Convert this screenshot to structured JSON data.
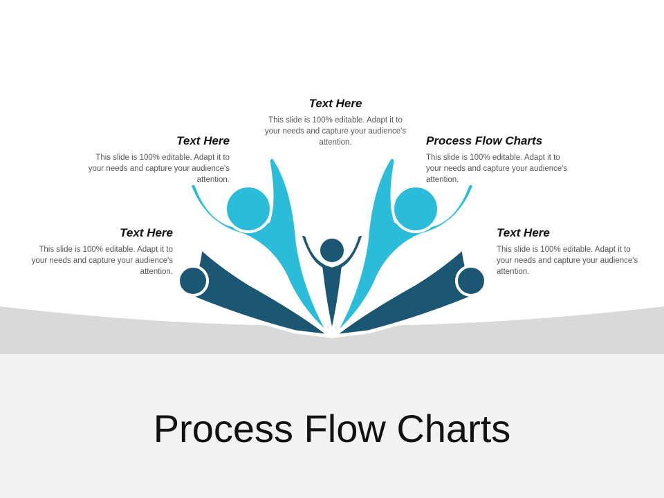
{
  "colors": {
    "light_teal": "#2bbcd9",
    "dark_navy": "#1b5673",
    "band_gray": "#d9d9d9",
    "panel_gray": "#f2f2f2"
  },
  "blocks": {
    "left_lower": {
      "heading": "Text Here",
      "body": "This slide is 100% editable. Adapt it to your needs and capture your audience's attention."
    },
    "left_upper": {
      "heading": "Text Here",
      "body": "This slide is 100% editable. Adapt it to your needs and capture your audience's attention."
    },
    "center": {
      "heading": "Text Here",
      "body": "This slide is 100% editable. Adapt it to your needs and capture your audience's attention."
    },
    "right_upper": {
      "heading": "Process Flow Charts",
      "body": "This slide is 100% editable. Adapt it to your needs and capture your audience's attention."
    },
    "right_lower": {
      "heading": "Text Here",
      "body": "This slide is 100% editable. Adapt it to your needs and capture your audience's attention."
    }
  },
  "title": "Process Flow Charts"
}
